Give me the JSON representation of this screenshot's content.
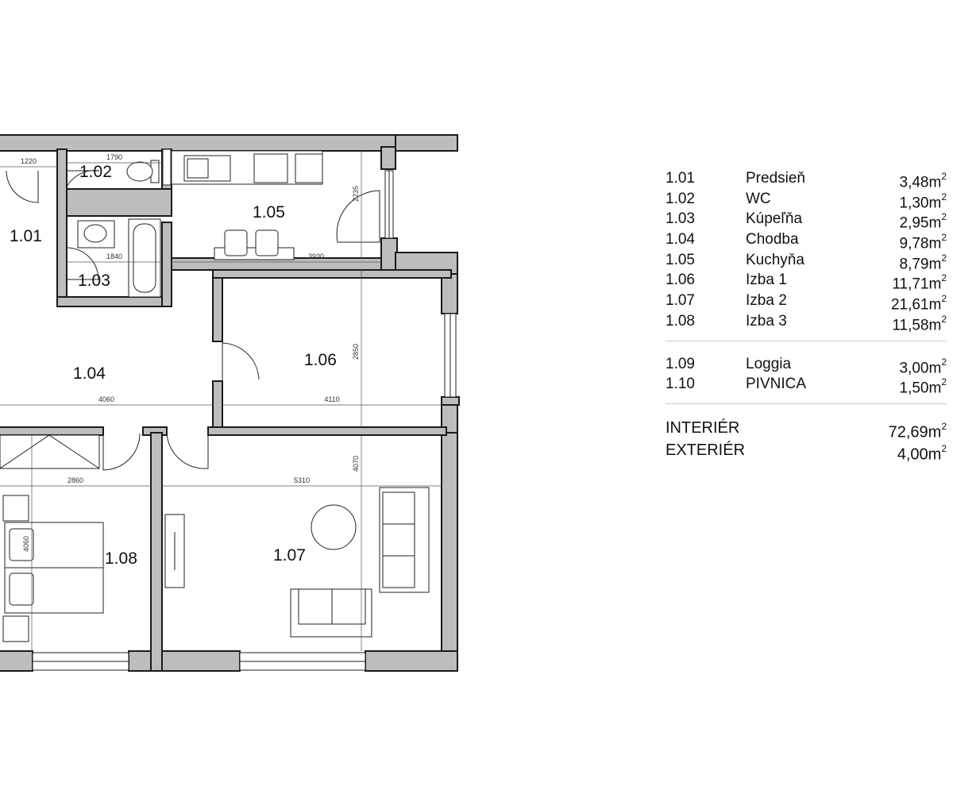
{
  "rooms": [
    {
      "id": "1.01",
      "name": "Predsieň",
      "area": "3,48m",
      "exp": "2"
    },
    {
      "id": "1.02",
      "name": "WC",
      "area": "1,30m",
      "exp": "2"
    },
    {
      "id": "1.03",
      "name": "Kúpeľňa",
      "area": "2,95m",
      "exp": "2"
    },
    {
      "id": "1.04",
      "name": "Chodba",
      "area": "9,78m",
      "exp": "2"
    },
    {
      "id": "1.05",
      "name": "Kuchyňa",
      "area": "8,79m",
      "exp": "2"
    },
    {
      "id": "1.06",
      "name": "Izba 1",
      "area": "11,71m",
      "exp": "2"
    },
    {
      "id": "1.07",
      "name": "Izba 2",
      "area": "21,61m",
      "exp": "2"
    },
    {
      "id": "1.08",
      "name": "Izba 3",
      "area": "11,58m",
      "exp": "2"
    }
  ],
  "exterior_rooms": [
    {
      "id": "1.09",
      "name": "Loggia",
      "area": "3,00m",
      "exp": "2"
    },
    {
      "id": "1.10",
      "name": "PIVNICA",
      "area": "1,50m",
      "exp": "2"
    }
  ],
  "totals": [
    {
      "label": "INTERIÉR",
      "area": "72,69m",
      "exp": "2"
    },
    {
      "label": "EXTERIÉR",
      "area": "4,00m",
      "exp": "2"
    }
  ],
  "dimensions": {
    "d1220": "1220",
    "d1790": "1790",
    "d1840": "1840",
    "d2235": "2235",
    "d3930": "3930",
    "d2850": "2850",
    "d4060": "4060",
    "d4110": "4110",
    "d2860": "2860",
    "d5310": "5310",
    "d4070": "4070",
    "d4060v": "4060"
  },
  "colors": {
    "wall": "#bdbdbd",
    "line": "#1a1a1a"
  }
}
